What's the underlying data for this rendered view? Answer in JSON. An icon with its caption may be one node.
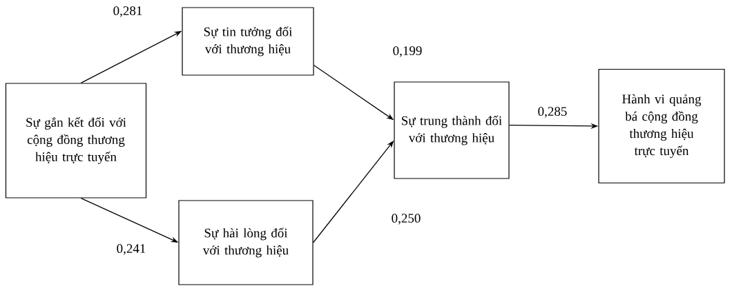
{
  "diagram": {
    "nodes": [
      {
        "text": [
          "Sự gắn kết đối với cộng đồng thương hiệu trực tuyến"
        ]
      },
      {
        "text": [
          "Sự tin tưởng đối với thương hiệu"
        ]
      },
      {
        "text": [
          "Sự hài lòng đối với thương hiệu"
        ]
      },
      {
        "text": [
          "Sự trung thành đối với thương hiệu"
        ]
      },
      {
        "text": [
          "Hành vi quảng bá cộng đồng thương hiệu trực tuyến"
        ]
      }
    ],
    "edges": [
      {
        "from": 0,
        "to": 1,
        "arrow": "to",
        "label": "0,281"
      },
      {
        "from": 0,
        "to": 2,
        "arrow": "to",
        "label": "0,241"
      },
      {
        "from": 1,
        "to": 3,
        "arrow": "to",
        "label": "0,199"
      },
      {
        "from": 2,
        "to": 3,
        "arrow": "to",
        "label": "0,250"
      },
      {
        "from": 3,
        "to": 4,
        "arrow": "to",
        "label": "0,285"
      }
    ]
  }
}
